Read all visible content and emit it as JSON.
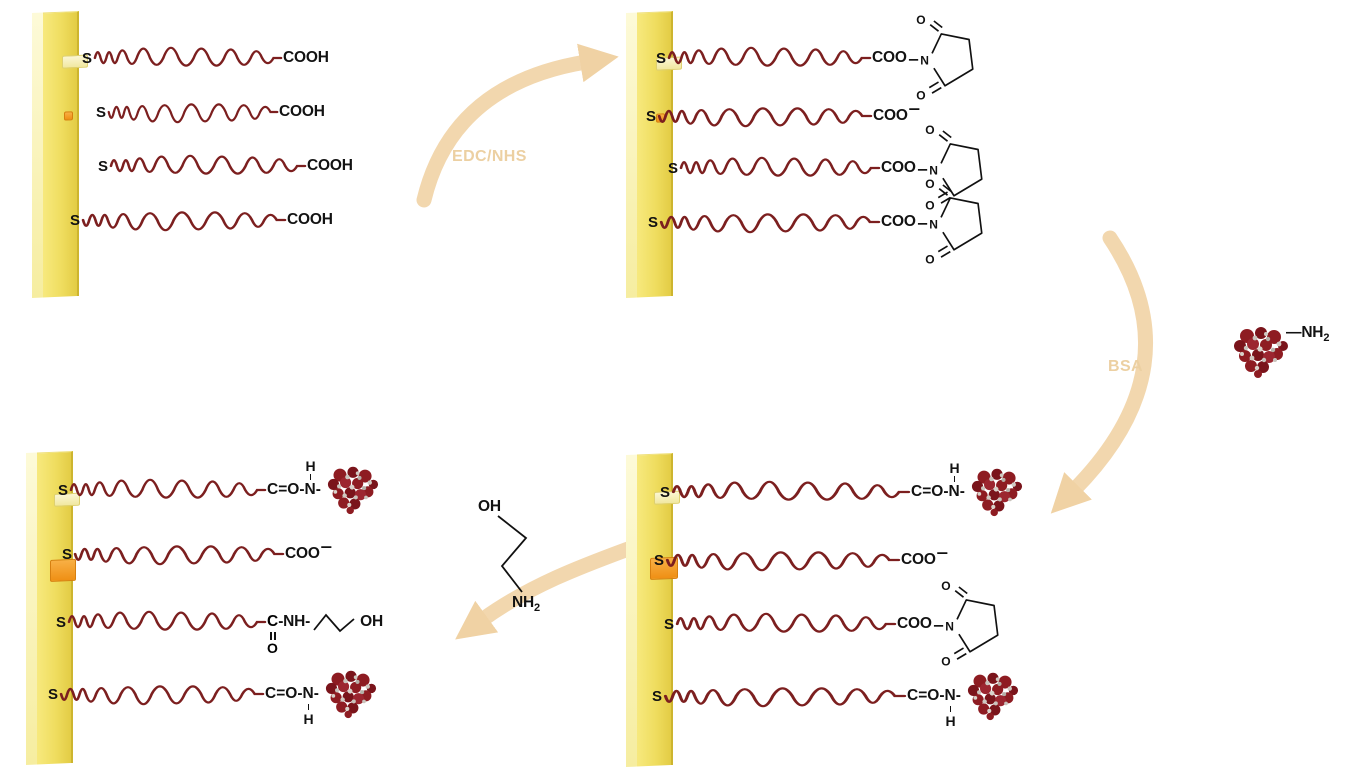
{
  "colors": {
    "gold": "#f2e263",
    "gold_light": "#fdf9cf",
    "chain": "#7c1f1f",
    "arrow": "#f2d7ae",
    "protein": "#8e1c22",
    "pad_orange": "#f59d2c",
    "text": "#111111"
  },
  "labels": {
    "co": "C=O",
    "dash": "-",
    "n": "N",
    "h": "H",
    "c": "C",
    "o": "O",
    "oh": "OH",
    "nh": "NH",
    "two": "2",
    "cnh": "-NH-",
    "em_dash": "—",
    "edc_nhs": "EDC/NHS",
    "bsa": "BSA"
  },
  "panels": {
    "top_left": {
      "chains": [
        {
          "s": "S",
          "end": "COOH"
        },
        {
          "s": "S",
          "end": "COOH"
        },
        {
          "s": "S",
          "end": "COOH"
        },
        {
          "s": "S",
          "end": "COOH"
        }
      ]
    },
    "top_right": {
      "chains": [
        {
          "s": "S",
          "end": "COO"
        },
        {
          "s": "S",
          "end": "COO",
          "charge": "−"
        },
        {
          "s": "S",
          "end": "COO"
        },
        {
          "s": "S",
          "end": "COO"
        }
      ]
    },
    "bottom_right": {
      "chains": [
        {
          "s": "S"
        },
        {
          "s": "S",
          "end": "COO",
          "charge": "−"
        },
        {
          "s": "S",
          "end": "COO"
        },
        {
          "s": "S"
        }
      ]
    },
    "bottom_left": {
      "chains": [
        {
          "s": "S"
        },
        {
          "s": "S",
          "end": "COO",
          "charge": "−"
        },
        {
          "s": "S"
        },
        {
          "s": "S"
        }
      ]
    }
  }
}
